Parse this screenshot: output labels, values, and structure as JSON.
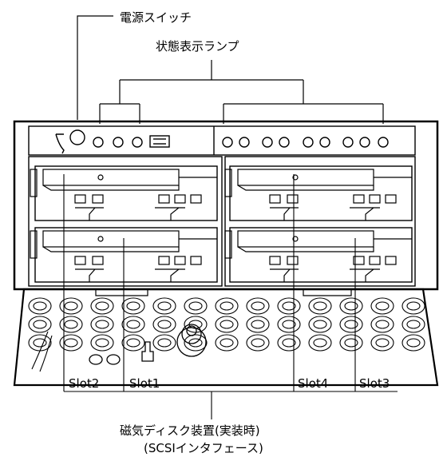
{
  "labels": {
    "power_switch": "電源スイッチ",
    "status_lamps": "状態表示ランプ",
    "disk_device": "磁気ディスク装置(実装時)",
    "scsi_interface": "(SCSIインタフェース)"
  },
  "slots": [
    {
      "id": "slot2",
      "label": "Slot2"
    },
    {
      "id": "slot1",
      "label": "Slot1"
    },
    {
      "id": "slot4",
      "label": "Slot4"
    },
    {
      "id": "slot3",
      "label": "Slot3"
    }
  ],
  "connectors": {
    "rows": 3,
    "columns": 13
  }
}
